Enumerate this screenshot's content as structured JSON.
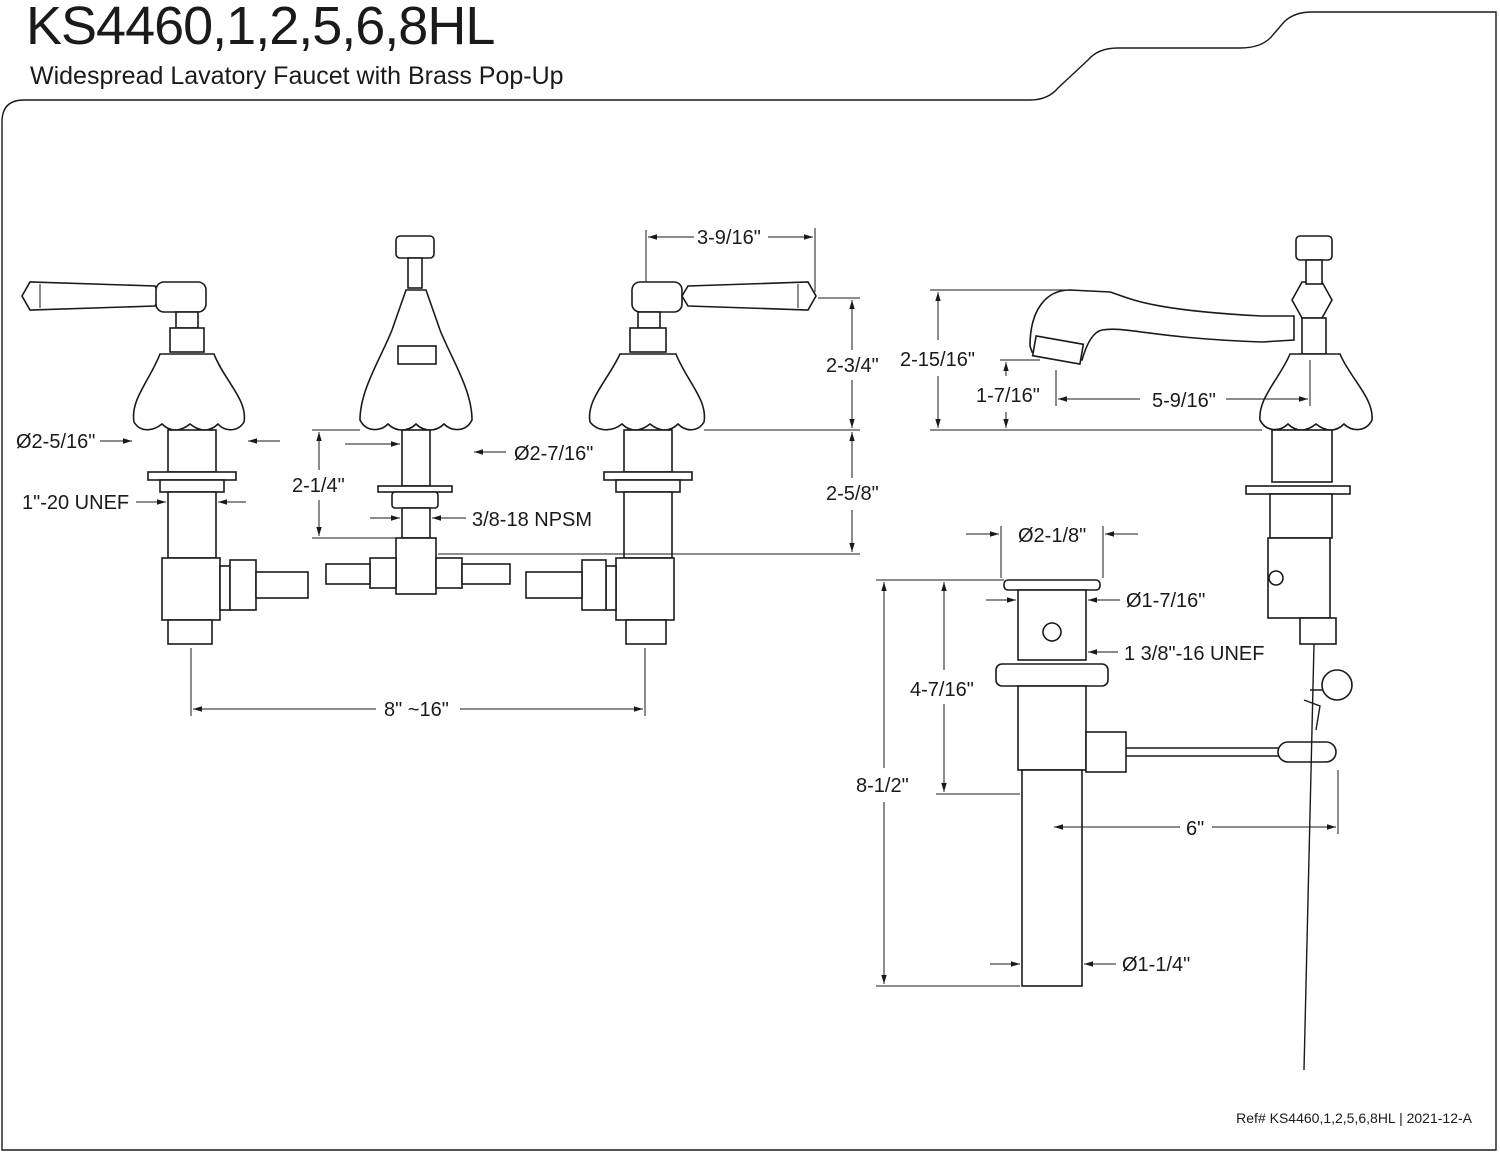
{
  "header": {
    "title": "KS4460,1,2,5,6,8HL",
    "subtitle": "Widespread Lavatory Faucet with Brass Pop-Up"
  },
  "footer": {
    "ref": "Ref# KS4460,1,2,5,6,8HL | 2021-12-A"
  },
  "dimensions": {
    "handle_reach": "3-9/16\"",
    "handle_height": "2-3/4\"",
    "shank_length": "2-5/8\"",
    "handle_base_dia": "Ø2-5/16\"",
    "handle_thread": "1\"-20 UNEF",
    "spout_shank": "2-1/4\"",
    "spout_base_dia": "Ø2-7/16\"",
    "spout_thread": "3/8-18 NPSM",
    "center_spread": "8\" ~16\"",
    "spout_height": "2-15/16\"",
    "spout_clearance": "1-7/16\"",
    "spout_reach": "5-9/16\"",
    "drain_flange_dia": "Ø2-1/8\"",
    "drain_body_dia": "Ø1-7/16\"",
    "drain_thread": "1 3/8\"-16 UNEF",
    "drain_body_height": "4-7/16\"",
    "drain_overall_height": "8-1/2\"",
    "pivot_offset": "6\"",
    "tailpiece_dia": "Ø1-1/4\""
  },
  "colors": {
    "line": "#1a1a1a",
    "background": "#ffffff"
  }
}
